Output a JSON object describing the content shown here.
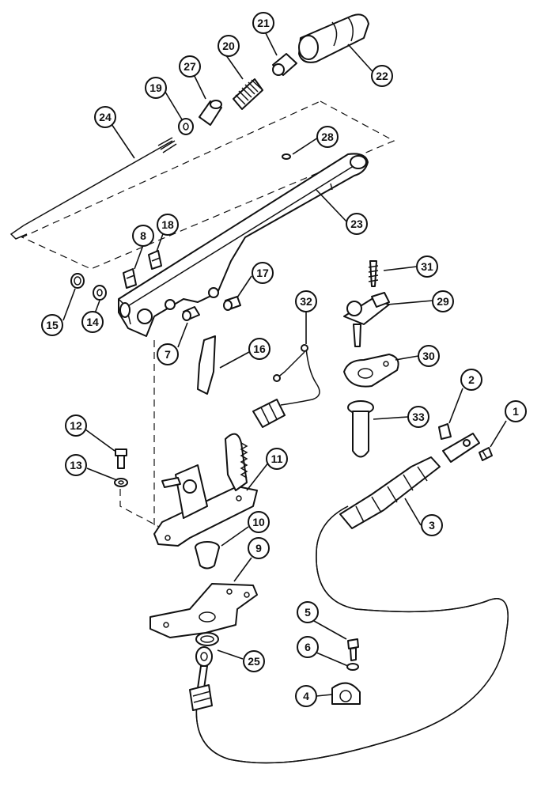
{
  "callouts": [
    {
      "id": "c1",
      "label": "1"
    },
    {
      "id": "c2",
      "label": "2"
    },
    {
      "id": "c3",
      "label": "3"
    },
    {
      "id": "c4",
      "label": "4"
    },
    {
      "id": "c5",
      "label": "5"
    },
    {
      "id": "c6",
      "label": "6"
    },
    {
      "id": "c7",
      "label": "7"
    },
    {
      "id": "c8",
      "label": "8"
    },
    {
      "id": "c9",
      "label": "9"
    },
    {
      "id": "c10",
      "label": "10"
    },
    {
      "id": "c11",
      "label": "11"
    },
    {
      "id": "c12",
      "label": "12"
    },
    {
      "id": "c13",
      "label": "13"
    },
    {
      "id": "c14",
      "label": "14"
    },
    {
      "id": "c15",
      "label": "15"
    },
    {
      "id": "c16",
      "label": "16"
    },
    {
      "id": "c17",
      "label": "17"
    },
    {
      "id": "c18",
      "label": "18"
    },
    {
      "id": "c19",
      "label": "19"
    },
    {
      "id": "c20",
      "label": "20"
    },
    {
      "id": "c21",
      "label": "21"
    },
    {
      "id": "c22",
      "label": "22"
    },
    {
      "id": "c23",
      "label": "23"
    },
    {
      "id": "c24",
      "label": "24"
    },
    {
      "id": "c25",
      "label": "25"
    },
    {
      "id": "c27",
      "label": "27"
    },
    {
      "id": "c28",
      "label": "28"
    },
    {
      "id": "c29",
      "label": "29"
    },
    {
      "id": "c30",
      "label": "30"
    },
    {
      "id": "c31",
      "label": "31"
    },
    {
      "id": "c32",
      "label": "32"
    },
    {
      "id": "c33",
      "label": "33"
    }
  ]
}
